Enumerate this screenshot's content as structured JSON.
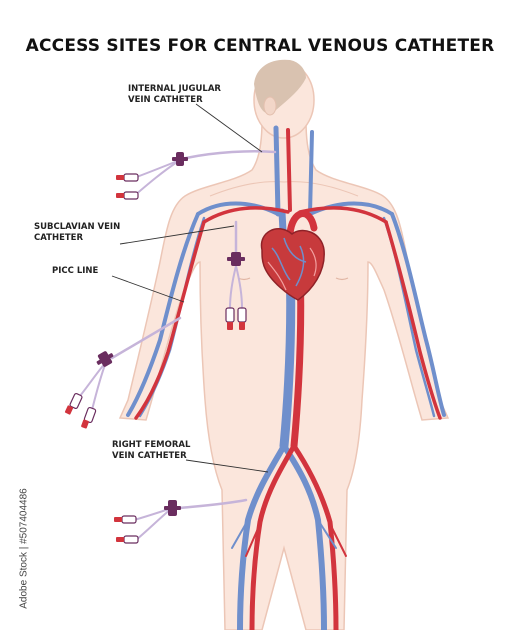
{
  "title": "ACCESS SITES FOR CENTRAL VENOUS CATHETER",
  "labels": {
    "internal_jugular": "INTERNAL JUGULAR\nVEIN CATHETER",
    "subclavian": "SUBCLAVIAN VEIN\nCATHETER",
    "picc": "PICC LINE",
    "femoral": "RIGHT FEMORAL\nVEIN CATHETER"
  },
  "watermark_credit": "Adobe Stock | #507404486",
  "colors": {
    "background": "#ffffff",
    "skin": "#fbe6dc",
    "skin_outline": "#ecc6b6",
    "hair": "#d9c2b0",
    "vein": "#6f8fcc",
    "artery": "#d2343d",
    "heart": "#c73a3c",
    "catheter_hub": "#6a2d5f",
    "tubing": "#c6b4d9"
  }
}
